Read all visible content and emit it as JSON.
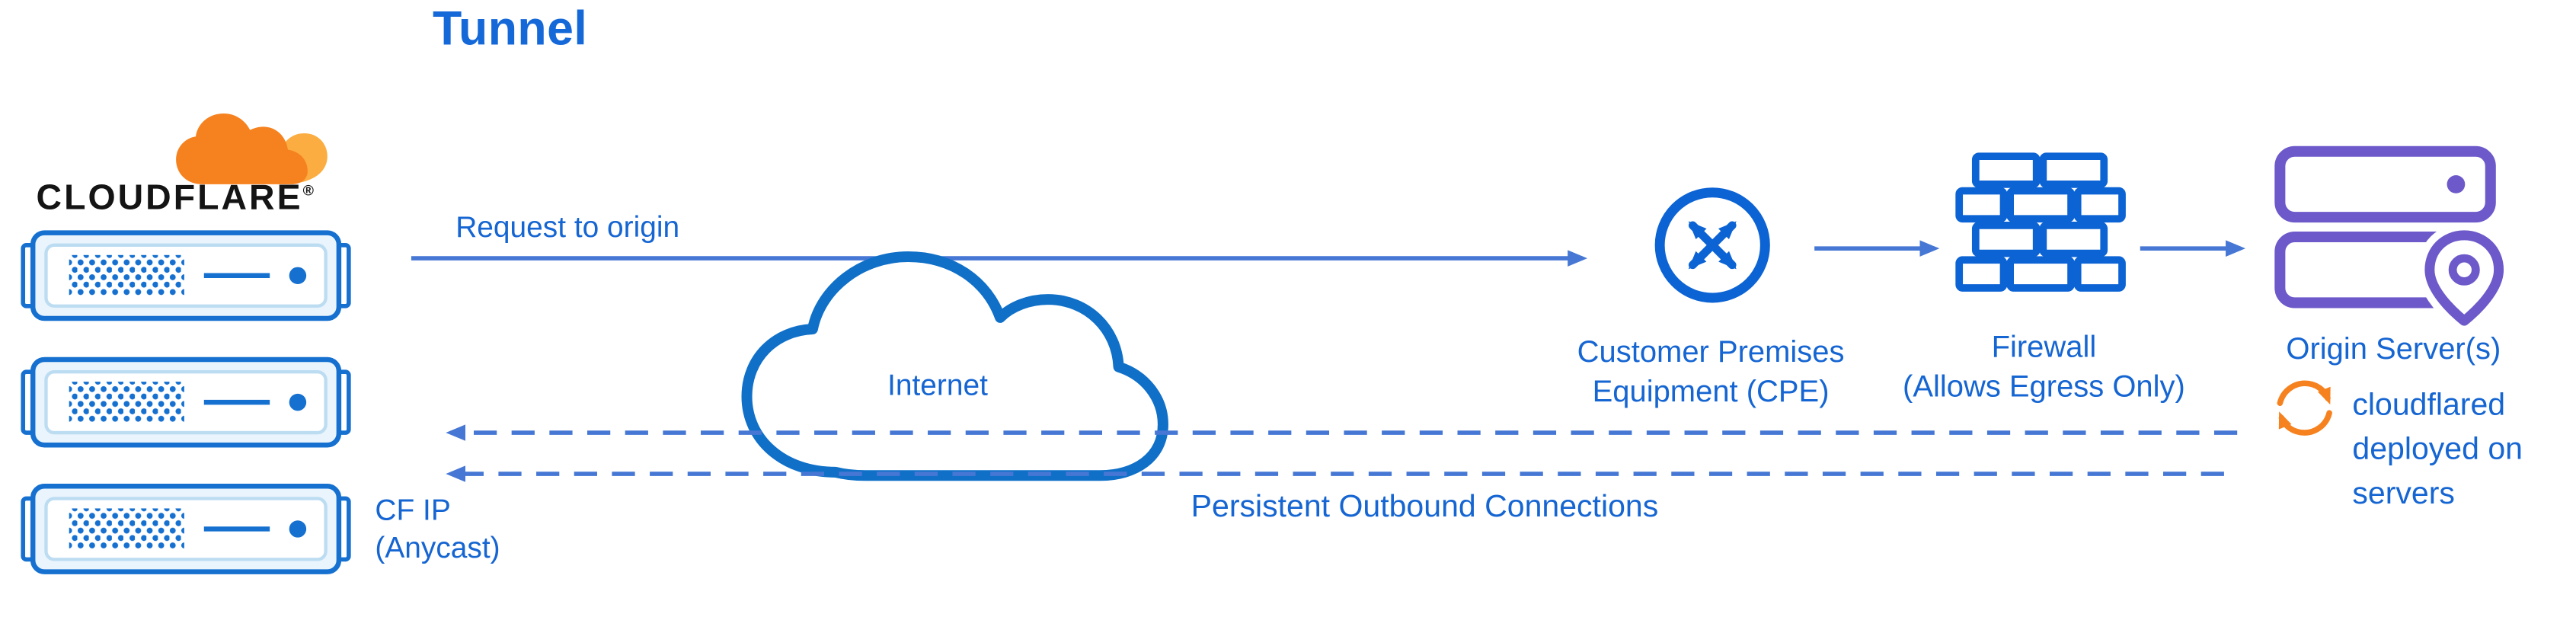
{
  "title": "Tunnel",
  "logo": {
    "name": "CLOUDFLARE",
    "reg": "®"
  },
  "labels": {
    "request": "Request to origin",
    "internet": "Internet",
    "cpe": "Customer Premises\nEquipment (CPE)",
    "firewall": "Firewall\n(Allows Egress Only)",
    "origin": "Origin Server(s)",
    "cloudflared": "cloudflared\ndeployed on\nservers",
    "persistent": "Persistent Outbound Connections",
    "cf_ip": "CF IP\n(Anycast)"
  },
  "colors": {
    "diagram_blue": "#1570d0",
    "icon_blue": "#0c63d4",
    "line_blue": "#4677d4",
    "text_blue": "#1565d2",
    "cloudflare_orange": "#f6821f",
    "cloudflare_orange_light": "#fbad41",
    "origin_purple": "#6d59c9",
    "logo_text": "#141414"
  }
}
